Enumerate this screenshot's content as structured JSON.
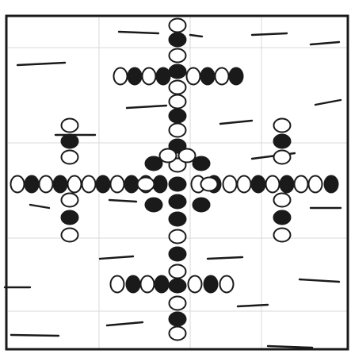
{
  "figure": {
    "kind": "hand-drawn bead pattern sketch",
    "ink_color": "#1a1a1a",
    "paper_color": "#ffffff",
    "faint_line_color": "#d9d9d9",
    "bead_types": [
      "white-bead",
      "black-bead"
    ]
  }
}
